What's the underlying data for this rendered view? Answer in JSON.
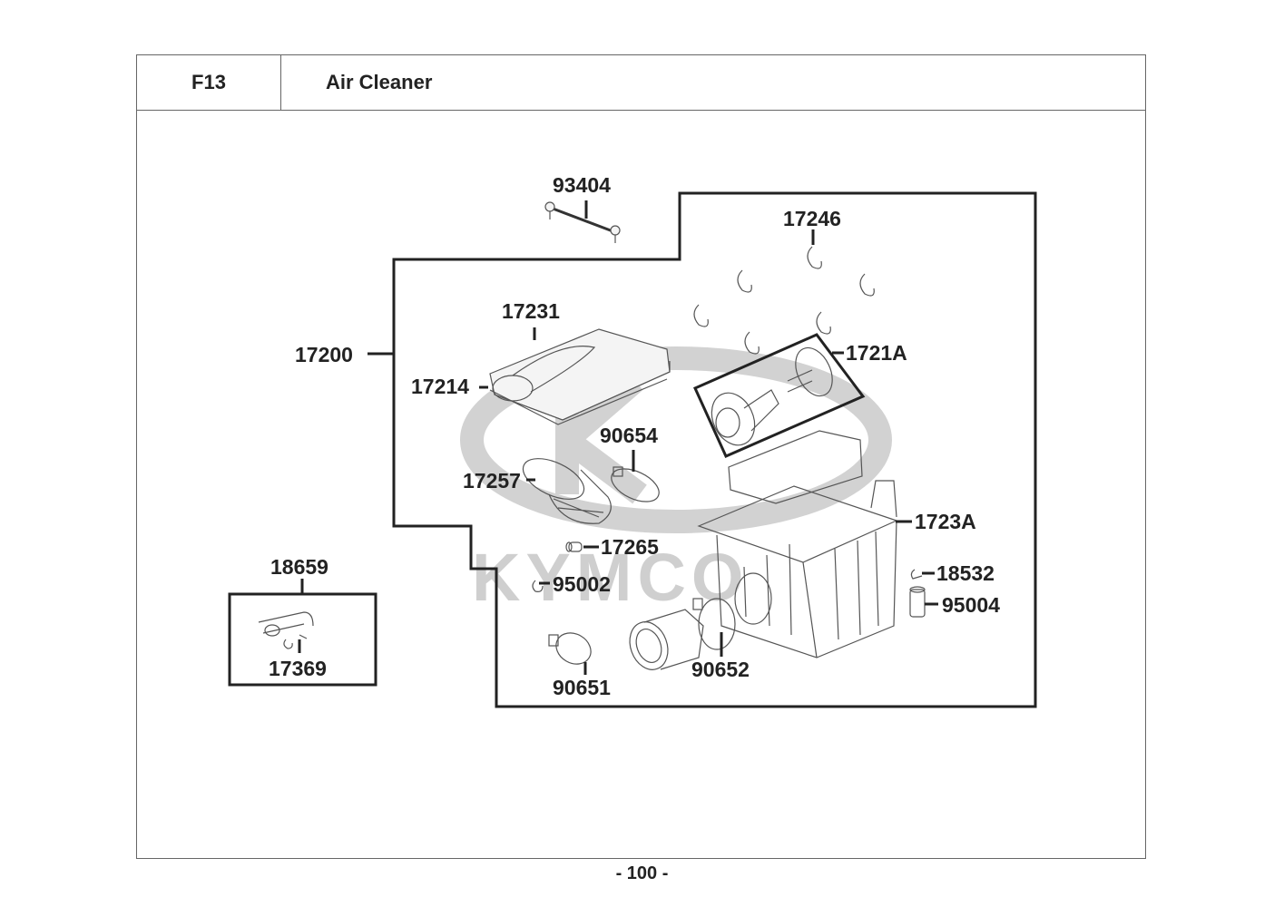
{
  "header": {
    "section_code": "F13",
    "section_title": "Air Cleaner"
  },
  "watermark": {
    "brand": "KYMCO",
    "logo_color": "#cfcfcf"
  },
  "parts": [
    {
      "number": "93404",
      "description_icon": "screw-icon"
    },
    {
      "number": "17246",
      "description_icon": "clip-icon"
    },
    {
      "number": "17231",
      "description_icon": "cover-icon"
    },
    {
      "number": "17200",
      "description_icon": "assembly-icon"
    },
    {
      "number": "17214",
      "description_icon": "gasket-icon"
    },
    {
      "number": "1721A",
      "description_icon": "filter-element-icon"
    },
    {
      "number": "90654",
      "description_icon": "hose-clamp-icon"
    },
    {
      "number": "17257",
      "description_icon": "intake-duct-icon"
    },
    {
      "number": "1723A",
      "description_icon": "case-icon"
    },
    {
      "number": "17265",
      "description_icon": "drain-plug-icon"
    },
    {
      "number": "18532",
      "description_icon": "clamp-icon"
    },
    {
      "number": "95002",
      "description_icon": "clip-icon"
    },
    {
      "number": "95004",
      "description_icon": "tube-icon"
    },
    {
      "number": "18659",
      "description_icon": "breather-hose-icon"
    },
    {
      "number": "17369",
      "description_icon": "clamp-icon"
    },
    {
      "number": "90651",
      "description_icon": "hose-clamp-icon"
    },
    {
      "number": "90652",
      "description_icon": "hose-clamp-icon"
    }
  ],
  "page_number": "- 100 -"
}
